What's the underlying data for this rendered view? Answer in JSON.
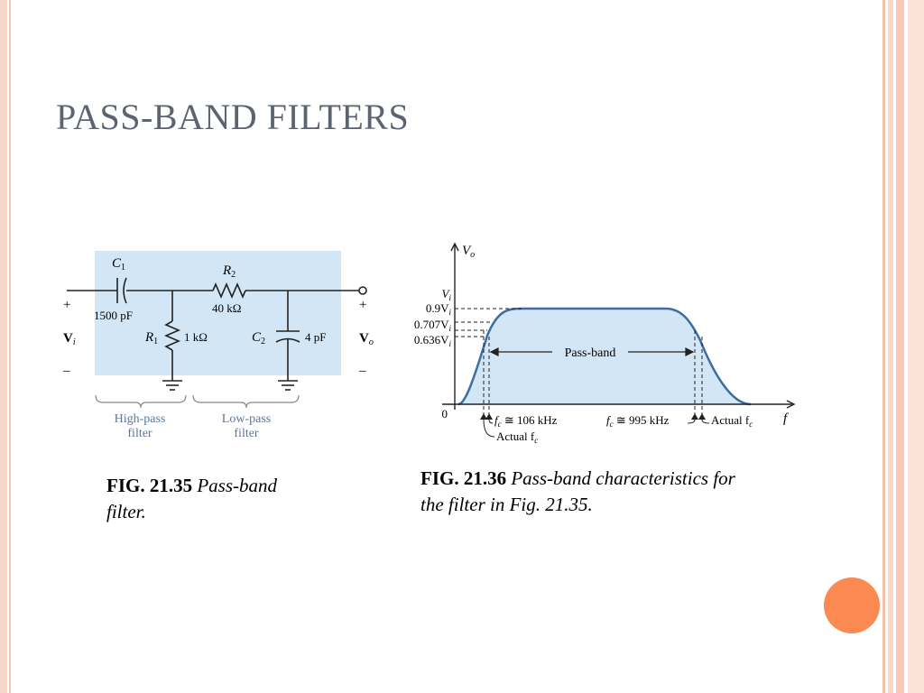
{
  "slide": {
    "title": "PASS-BAND FILTERS",
    "accent_color": "#fb8a52",
    "title_color": "#5b6470"
  },
  "circuit": {
    "c1_label": "C",
    "c1_sub": "1",
    "c1_value": "1500 pF",
    "r2_label": "R",
    "r2_sub": "2",
    "r2_value": "40 kΩ",
    "r1_label": "R",
    "r1_sub": "1",
    "r1_value": "1 kΩ",
    "c2_label": "C",
    "c2_sub": "2",
    "c2_value": "4 pF",
    "plus": "+",
    "minus": "–",
    "vin": "V",
    "vin_sub": "i",
    "vout": "V",
    "vout_sub": "o",
    "highpass_label_line1": "High-pass",
    "highpass_label_line2": "filter",
    "lowpass_label_line1": "Low-pass",
    "lowpass_label_line2": "filter",
    "shade_color": "#d3e6f5",
    "label_color": "#5876a4"
  },
  "graph": {
    "y_axis_label": "V",
    "y_axis_sub": "o",
    "x_axis_label": "f",
    "origin": "0",
    "vi": "V",
    "vi_sub": "i",
    "level_09": "0.9V",
    "level_09_sub": "i",
    "level_0707": "0.707V",
    "level_0707_sub": "i",
    "level_0636": "0.636V",
    "level_0636_sub": "i",
    "passband": "Pass-band",
    "fc_low": "f",
    "fc_low_sub": "c",
    "fc_low_value": " ≅ 106 kHz",
    "fc_high": "f",
    "fc_high_sub": "c",
    "fc_high_value": " ≅ 995 kHz",
    "actual_low": "Actual f",
    "actual_low_sub": "c",
    "actual_high": "Actual f",
    "actual_high_sub": "c",
    "curve_color": "#3a6ea5",
    "fill_color": "#d3e6f5"
  },
  "captions": {
    "fig1_num": "FIG. 21.35",
    "fig1_text": "Pass-band filter.",
    "fig2_num": "FIG. 21.36",
    "fig2_text": "Pass-band characteristics for the filter in Fig. 21.35."
  }
}
